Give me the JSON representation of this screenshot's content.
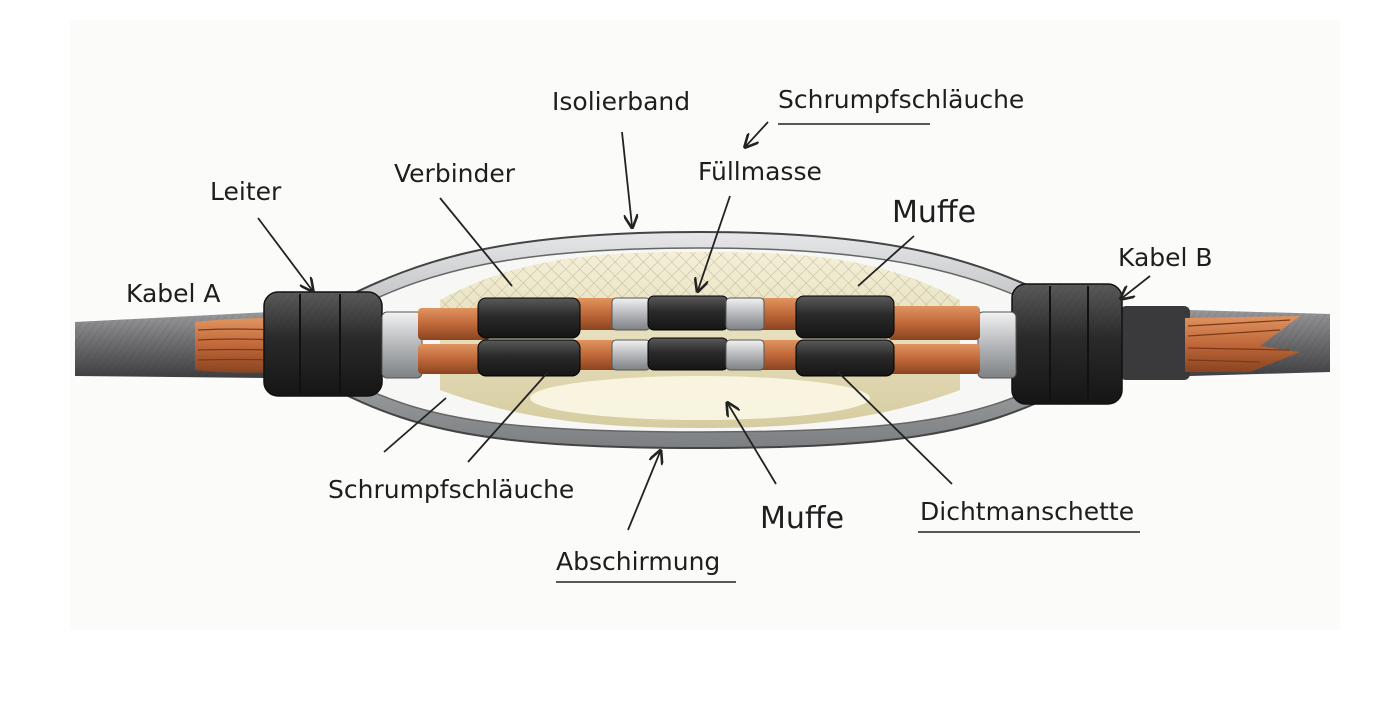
{
  "labels": {
    "kabel_a": "Kabel A",
    "leiter": "Leiter",
    "verbinder": "Verbinder",
    "isolierband": "Isolierband",
    "schrumpf_top": "Schrumpfschläuche",
    "fuellmasse": "Füllmasse",
    "muffe_top": "Muffe",
    "kabel_b": "Kabel B",
    "schrumpf_bottom": "Schrumpfschläuche",
    "abschirmung": "Abschirmung",
    "muffe_bottom": "Muffe",
    "dichtmanschette": "Dichtmanschette"
  },
  "colors": {
    "copper": "#c9743f",
    "copper_dark": "#8a4420",
    "heatshrink": "#2b2b2b",
    "sleeve": "#b9bcbf",
    "filler": "#e9e2bf",
    "cable_jacket": "#6e6e70"
  }
}
